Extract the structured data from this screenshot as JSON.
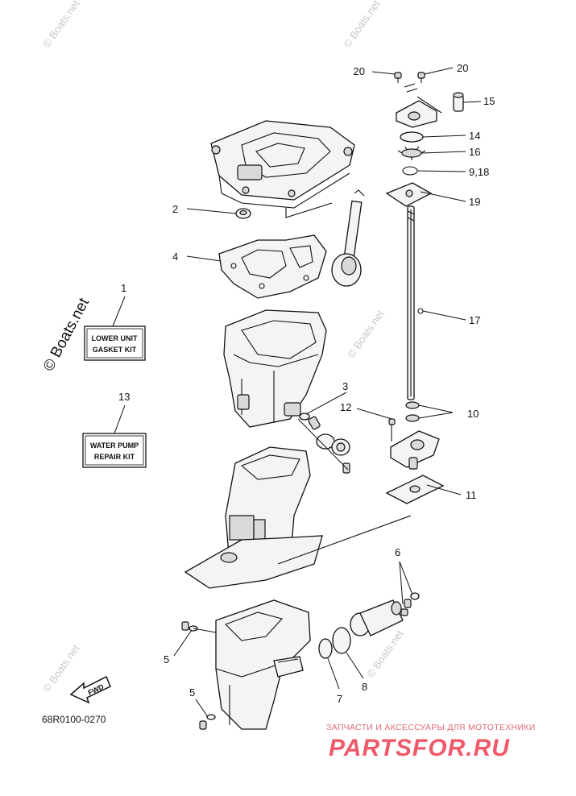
{
  "callouts": {
    "c1": "1",
    "c2": "2",
    "c3": "3",
    "c4": "4",
    "c5a": "5",
    "c5b": "5",
    "c6": "6",
    "c7": "7",
    "c8": "8",
    "c9_18": "9,18",
    "c10": "10",
    "c11": "11",
    "c12": "12",
    "c13": "13",
    "c14": "14",
    "c15": "15",
    "c16": "16",
    "c17": "17",
    "c19": "19",
    "c20a": "20",
    "c20b": "20"
  },
  "kits": {
    "gasket_line1": "LOWER UNIT",
    "gasket_line2": "GASKET KIT",
    "pump_line1": "WATER PUMP",
    "pump_line2": "REPAIR KIT"
  },
  "fwd_label": "FWD",
  "diagram_code": "68R0100-0270",
  "watermark": "© Boats.net",
  "brand": {
    "tagline": "ЗАПЧАСТИ И АКСЕССУАРЫ ДЛЯ МОТОТЕХНИКИ",
    "name": "PARTSFOR.RU"
  }
}
